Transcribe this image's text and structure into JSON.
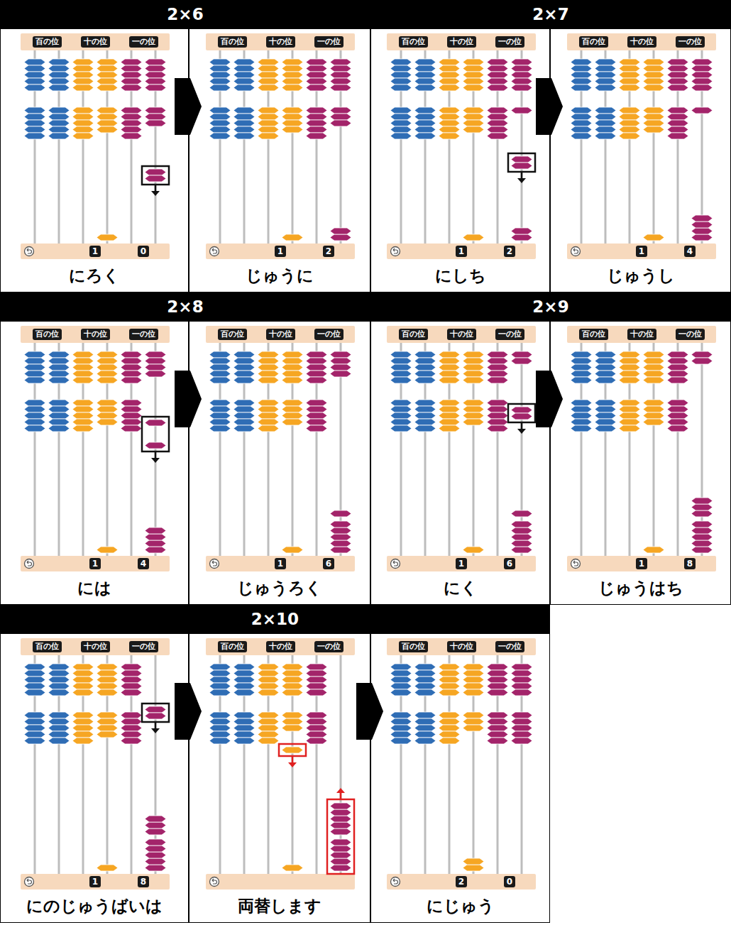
{
  "diagram": {
    "nodes": [
      {
        "text": [
          "2×6"
        ]
      },
      {
        "text": [
          "2×7"
        ]
      },
      {
        "text": [
          "にろく"
        ]
      },
      {
        "text": [
          "じゅうに"
        ]
      },
      {
        "text": [
          "にしち"
        ]
      },
      {
        "text": [
          "じゅうし"
        ]
      },
      {
        "text": [
          "2×8"
        ]
      },
      {
        "text": [
          "2×9"
        ]
      },
      {
        "text": [
          "には"
        ]
      },
      {
        "text": [
          "じゅうろく"
        ]
      },
      {
        "text": [
          "にく"
        ]
      },
      {
        "text": [
          "じゅうはち"
        ]
      },
      {
        "text": [
          "2×10"
        ]
      },
      {
        "text": [
          "にのじゅうばいは"
        ]
      },
      {
        "text": [
          "両替します"
        ]
      },
      {
        "text": [
          "にじゅう"
        ]
      }
    ],
    "edges": [
      {
        "from": 2,
        "to": 3,
        "arrow": "to"
      },
      {
        "from": 4,
        "to": 5,
        "arrow": "to"
      },
      {
        "from": 8,
        "to": 9,
        "arrow": "to"
      },
      {
        "from": 10,
        "to": 11,
        "arrow": "to"
      },
      {
        "from": 13,
        "to": 14,
        "arrow": "to"
      },
      {
        "from": 14,
        "to": 15,
        "arrow": "to"
      }
    ],
    "labels": [
      "百の位",
      "十の位",
      "一の位",
      "1",
      "0",
      "百の位",
      "十の位",
      "一の位",
      "1",
      "2",
      "百の位",
      "十の位",
      "一の位",
      "1",
      "2",
      "百の位",
      "十の位",
      "一の位",
      "1",
      "4",
      "百の位",
      "十の位",
      "一の位",
      "1",
      "4",
      "百の位",
      "十の位",
      "一の位",
      "1",
      "6",
      "百の位",
      "十の位",
      "一の位",
      "1",
      "6",
      "百の位",
      "十の位",
      "一の位",
      "1",
      "8",
      "百の位",
      "十の位",
      "一の位",
      "1",
      "8",
      "百の位",
      "十の位",
      "一の位",
      "百の位",
      "十の位",
      "一の位",
      "2",
      "0"
    ]
  }
}
